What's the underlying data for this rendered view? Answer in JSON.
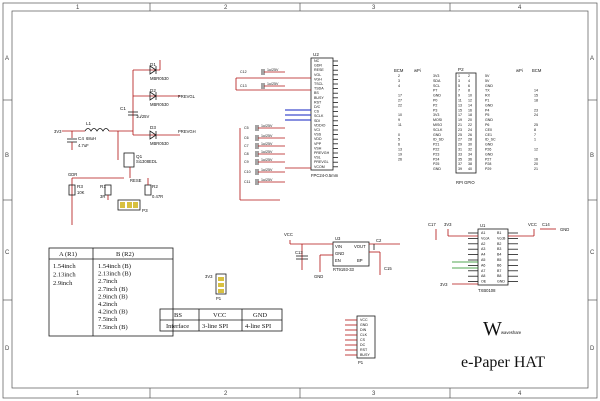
{
  "border": {
    "cols": [
      "1",
      "2",
      "3",
      "4"
    ],
    "rows": [
      "A",
      "B",
      "C",
      "D"
    ]
  },
  "power_section": {
    "diodes": [
      "D1",
      "D2",
      "D3"
    ],
    "diode_part": "MBR0530",
    "nets": [
      "PREVGL",
      "PREVGH",
      "3V3",
      "GDR",
      "RESE"
    ],
    "inductor": {
      "ref": "L1",
      "value": "68uH"
    },
    "c4": {
      "ref": "C4",
      "value": "4.7uF"
    },
    "mosfet": {
      "ref": "Q1",
      "part": "Si1308EDL"
    },
    "r3": {
      "ref": "R3",
      "value": "10K"
    },
    "r1": {
      "ref": "R1",
      "value": "3R"
    },
    "r2": {
      "ref": "R2",
      "value": "0.47R"
    },
    "c1": {
      "ref": "C1",
      "value": "1u/25V"
    },
    "connector": "P3"
  },
  "fpc": {
    "ref": "U2",
    "part": "FPC24-0.5mm",
    "caps": [
      "C12",
      "C13",
      "C5",
      "C6",
      "C7",
      "C8",
      "C9",
      "C10",
      "C11"
    ],
    "cap_value": "1u/25V",
    "pins": [
      "NC",
      "GDR",
      "RESE",
      "VGL",
      "VGH",
      "TSCL",
      "TSDA",
      "BS",
      "BUSY",
      "RST",
      "D/C",
      "CS",
      "SCLK",
      "SDI",
      "VDDIO",
      "VCI",
      "VSS",
      "VDD",
      "VPP",
      "VSH",
      "PREVGH",
      "VSL",
      "PREVGL",
      "VCOM"
    ]
  },
  "rpi_header": {
    "ref": "P2",
    "part": "RPI GPIO",
    "col_headers": [
      "BCM",
      "wPi",
      "BCM",
      "wPi"
    ],
    "left_pins": [
      "3V3",
      "SDA",
      "SCL",
      "P7",
      "GND",
      "P0",
      "P2",
      "P3",
      "3V3",
      "MOSI",
      "MISO",
      "SCLK",
      "GND",
      "ID_SD",
      "P21",
      "P22",
      "P23",
      "P24",
      "P25",
      "GND"
    ],
    "right_pins": [
      "5V",
      "5V",
      "GND",
      "TX",
      "RX",
      "P1",
      "GND",
      "P4",
      "P5",
      "GND",
      "P6",
      "CE0",
      "CE1",
      "ID_SC",
      "GND",
      "P26",
      "GND",
      "P27",
      "P28",
      "P29"
    ],
    "left_bcm": [
      "2",
      "3",
      "4",
      "",
      "17",
      "27",
      "22",
      "",
      "10",
      "9",
      "11",
      "",
      "0",
      "5",
      "6",
      "13",
      "19",
      "26"
    ],
    "right_bcm": [
      "",
      "",
      "",
      "14",
      "15",
      "18",
      "",
      "23",
      "24",
      "",
      "25",
      "8",
      "7",
      "1",
      "",
      "12",
      "",
      "16",
      "20",
      "21"
    ]
  },
  "regulator": {
    "ref": "U3",
    "part": "RT9193-33",
    "pins": [
      "VIN",
      "GND",
      "EN",
      "VOUT",
      "BP"
    ],
    "c13": "C13",
    "c2": "C2",
    "c15": "C15",
    "nets": [
      "VCC",
      "GND"
    ]
  },
  "level_shifter": {
    "ref": "U1",
    "part": "TXB0108",
    "left_pins": [
      "A1",
      "VccA",
      "A2",
      "A3",
      "A4",
      "A5",
      "A6",
      "A7",
      "A8",
      "OE"
    ],
    "right_pins": [
      "B1",
      "VccB",
      "B2",
      "B3",
      "B4",
      "B5",
      "B6",
      "B7",
      "B8",
      "GND"
    ],
    "caps": [
      "C17",
      "C14"
    ],
    "nets": [
      "3V3",
      "VCC",
      "GND"
    ]
  },
  "bs_jumper": {
    "ref": "P1",
    "label": "3V3"
  },
  "output_header": {
    "ref": "P1",
    "pins": [
      "VCC",
      "GND",
      "DIN",
      "CLK",
      "CS",
      "DC",
      "RST",
      "BUSY"
    ]
  },
  "version_table": {
    "headers": [
      "A (R1)",
      "B (R2)"
    ],
    "col_a": [
      "1.54inch",
      "2.13inch",
      "2.9inch"
    ],
    "col_b": [
      "1.54inch (B)",
      "2.13inch (B)",
      "2.7inch",
      "2.7inch (B)",
      "2.9inch (B)",
      "4.2inch",
      "4.2inch (B)",
      "7.5inch",
      "7.5inch (B)"
    ]
  },
  "interface_table": {
    "headers": [
      "BS",
      "VCC",
      "GND"
    ],
    "row": [
      "Interface",
      "3-line SPI",
      "4-line SPI"
    ]
  },
  "brand": {
    "logo": "W",
    "sub": "waveshare",
    "title": "e-Paper HAT"
  }
}
